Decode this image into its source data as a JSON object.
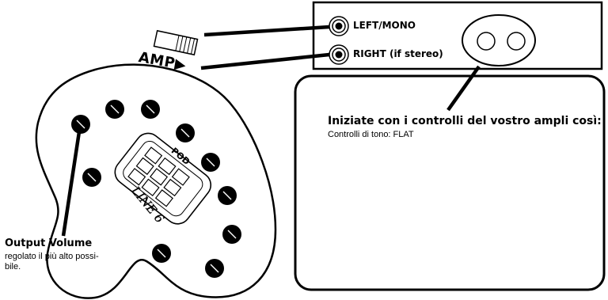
{
  "amp_panel": {
    "left_jack_label": "LEFT/MONO",
    "right_jack_label": "RIGHT (if stereo)"
  },
  "switch": {
    "amp_label": "AMP▶"
  },
  "device": {
    "pod_label": "POD",
    "logo_text": "LINE 6"
  },
  "instruction_box": {
    "heading": "Iniziate con i controlli del vostro ampli così:",
    "line1": "Controlli di tono: FLAT"
  },
  "output_volume": {
    "title": "Output Volume",
    "description": "regolato il più alto possi-\nbile."
  }
}
